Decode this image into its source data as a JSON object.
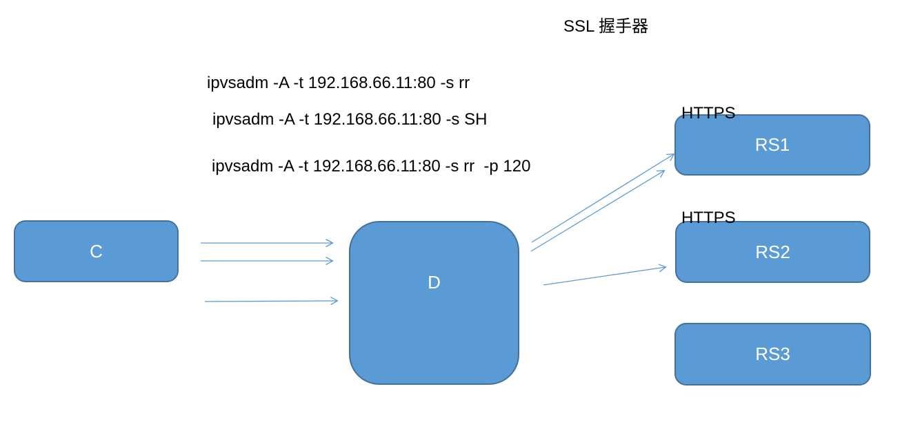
{
  "title": "SSL 握手器",
  "commands": [
    "ipvsadm -A -t 192.168.66.11:80 -s rr",
    "ipvsadm -A -t 192.168.66.11:80 -s SH",
    "ipvsadm -A -t 192.168.66.11:80 -s rr  -p 120"
  ],
  "nodes": {
    "client": {
      "label": "C"
    },
    "director": {
      "label": "D"
    },
    "rs1": {
      "label": "RS1",
      "protocol": "HTTPS"
    },
    "rs2": {
      "label": "RS2",
      "protocol": "HTTPS"
    },
    "rs3": {
      "label": "RS3"
    }
  },
  "colors": {
    "node_fill": "#5B9BD5",
    "node_border": "#41719C",
    "arrow": "#5B9BD5",
    "label_text": "#000000",
    "node_text": "#FFFFFF",
    "background": "#FFFFFF"
  }
}
